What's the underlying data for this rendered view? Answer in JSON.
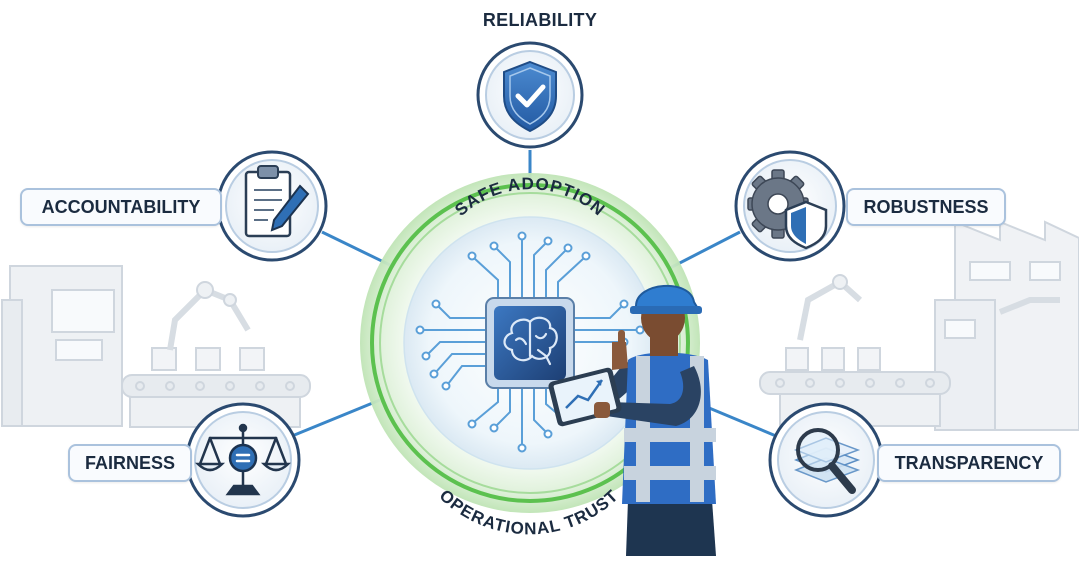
{
  "hub": {
    "top_arc_text": "SAFE ADOPTION",
    "bottom_arc_text": "OPERATIONAL TRUST"
  },
  "pillars": {
    "reliability": "RELIABILITY",
    "accountability": "ACCOUNTABILITY",
    "robustness": "ROBUSTNESS",
    "fairness": "FAIRNESS",
    "transparency": "TRANSPARENCY"
  },
  "colors": {
    "accent_blue": "#2f6fb5",
    "hub_glow_green": "#5cc14f",
    "node_ring": "#2b4a70",
    "connector": "#3a86c8",
    "pill_border": "#aac2dd",
    "worker_vest": "#2f6dc4",
    "reflective_stripe": "#c8d3de"
  },
  "icons": {
    "reliability": "shield-check-icon",
    "accountability": "clipboard-pen-icon",
    "robustness": "gear-shield-icon",
    "fairness": "balance-scale-icon",
    "transparency": "magnifier-layers-icon",
    "hub": "brain-chip-icon"
  }
}
